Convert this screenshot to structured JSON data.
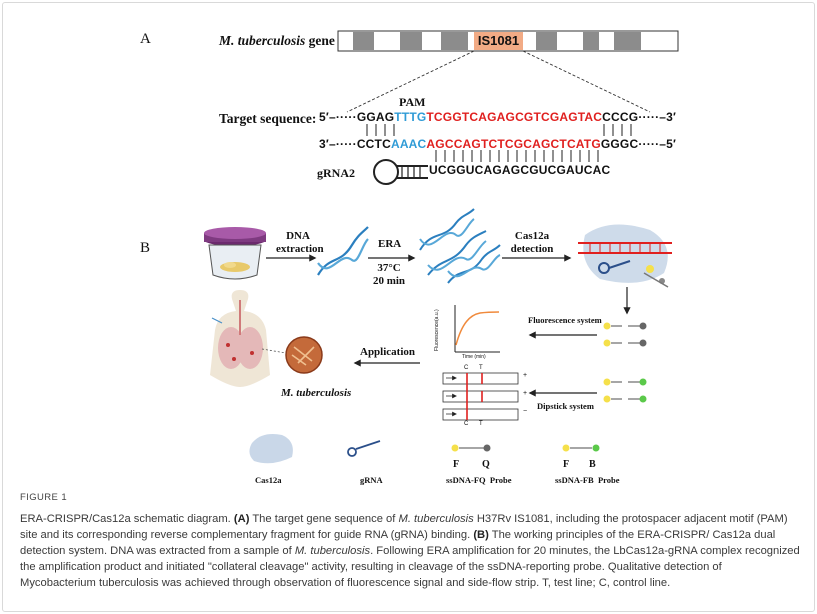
{
  "panel_a": {
    "label": "A",
    "gene_label_italic": "M. tuberculosis",
    "gene_label_rest": " gene",
    "gene_box_label": "IS1081",
    "pam_label": "PAM",
    "target_label": "Target sequence:",
    "top_prefix": "5′–·····",
    "top_black1": "GGAG",
    "top_blue": "TTTG",
    "top_red": "TCGGTCAGAGCGTCGAGTAC",
    "top_black2": "CCCG",
    "top_suffix": "·····–3′",
    "bottom_prefix": "3′–·····",
    "bottom_black1": "CCTC",
    "bottom_blue": "AAAC",
    "bottom_red": "AGCCAGTCTCGCAGCTCATG",
    "bottom_black2": "GGGC",
    "bottom_suffix": "·····–5′",
    "grna_label": "gRNA2",
    "grna_seq": "UCGGUCAGAGCGUCGAUCAC"
  },
  "panel_b": {
    "label": "B",
    "step_dna_1": "DNA",
    "step_dna_2": "extraction",
    "step_era": "ERA",
    "step_temp": "37°C",
    "step_time": "20 min",
    "step_cas_1": "Cas12a",
    "step_cas_2": "detection",
    "fluorescence_system": "Fluorescence system",
    "dipstick_system": "Dipstick system",
    "application": "Application",
    "mtb_label": "M. tuberculosis",
    "plot_ylabel": "Fluorescence(a.u.)",
    "plot_xlabel": "Time (min)",
    "strip_c": "C",
    "strip_t": "T",
    "strip_signs": [
      "+",
      "+",
      "−"
    ],
    "legend": {
      "cas12a": "Cas12a",
      "grna": "gRNA",
      "fq_f": "F",
      "fq_q": "Q",
      "fq_label": "ssDNA-FQ  Probe",
      "fb_f": "F",
      "fb_b": "B",
      "fb_label": "ssDNA-FB  Probe"
    }
  },
  "caption": {
    "figure": "FIGURE 1",
    "t1": "ERA-CRISPR/Cas12a schematic diagram. ",
    "a": "(A)",
    "t2": " The target gene sequence of ",
    "i1": "M. tuberculosis",
    "t3": " H37Rv IS1081, including the protospacer adjacent motif (PAM) site and its corresponding reverse complementary fragment for guide RNA (gRNA) binding. ",
    "b": "(B)",
    "t4": " The working principles of the ERA-CRISPR/ Cas12a dual detection system. DNA was extracted from a sample of ",
    "i2": "M. tuberculosis",
    "t5": ". Following ERA amplification for 20 minutes, the LbCas12a-gRNA complex recognized the amplification product and initiated \"collateral cleavage\" activity, resulting in cleavage of the ssDNA-reporting probe. Qualitative detection of Mycobacterium tuberculosis was achieved through observation of fluorescence signal and side-flow strip. T, test line; C, control line."
  },
  "colors": {
    "red": "#e0201f",
    "blue": "#2f9bd6",
    "gene_highlight": "#f2ab85",
    "gene_block": "#8c8c8c"
  }
}
